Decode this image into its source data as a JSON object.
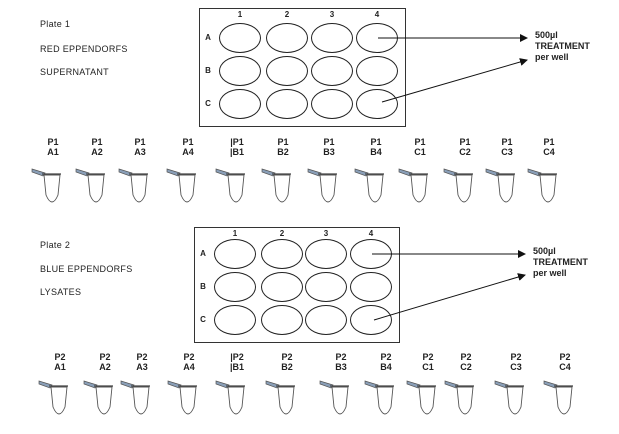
{
  "plate1": {
    "title": "Plate 1",
    "line1": "RED EPPENDORFS",
    "line2": "SUPERNATANT",
    "cols": [
      "1",
      "2",
      "3",
      "4"
    ],
    "rows": [
      "A",
      "B",
      "C"
    ],
    "tubes": [
      {
        "p": "P1",
        "w": "A1"
      },
      {
        "p": "P1",
        "w": "A2"
      },
      {
        "p": "P1",
        "w": "A3"
      },
      {
        "p": "P1",
        "w": "A4"
      },
      {
        "p": "|P1",
        "w": "|B1"
      },
      {
        "p": "P1",
        "w": "B2"
      },
      {
        "p": "P1",
        "w": "B3"
      },
      {
        "p": "P1",
        "w": "B4"
      },
      {
        "p": "P1",
        "w": "C1"
      },
      {
        "p": "P1",
        "w": "C2"
      },
      {
        "p": "P1",
        "w": "C3"
      },
      {
        "p": "P1",
        "w": "C4"
      }
    ]
  },
  "plate2": {
    "title": "Plate 2",
    "line1": "BLUE EPPENDORFS",
    "line2": "LYSATES",
    "cols": [
      "1",
      "2",
      "3",
      "4"
    ],
    "rows": [
      "A",
      "B",
      "C"
    ],
    "tubes": [
      {
        "p": "P2",
        "w": "A1"
      },
      {
        "p": "P2",
        "w": "A2"
      },
      {
        "p": "P2",
        "w": "A3"
      },
      {
        "p": "P2",
        "w": "A4"
      },
      {
        "p": "|P2",
        "w": "|B1"
      },
      {
        "p": "P2",
        "w": "B2"
      },
      {
        "p": "P2",
        "w": "B3"
      },
      {
        "p": "P2",
        "w": "B4"
      },
      {
        "p": "P2",
        "w": "C1"
      },
      {
        "p": "P2",
        "w": "C2"
      },
      {
        "p": "P2",
        "w": "C3"
      },
      {
        "p": "P2",
        "w": "C4"
      }
    ]
  },
  "treatment": {
    "line1": "500µl",
    "line2": "TREATMENT",
    "line3": "per well"
  }
}
